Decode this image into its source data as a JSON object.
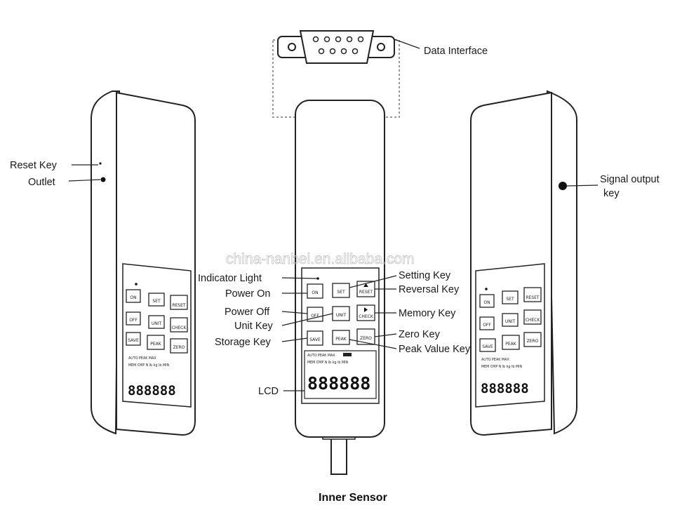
{
  "labels": {
    "data_interface": "Data Interface",
    "reset_key": "Reset Key",
    "outlet": "Outlet",
    "signal_output_line1": "Signal output",
    "signal_output_line2": "key",
    "indicator_light": "Indicator Light",
    "power_on": "Power On",
    "power_off": "Power Off",
    "unit_key": "Unit Key",
    "storage_key": "Storage Key",
    "setting_key": "Setting Key",
    "reversal_key": "Reversal Key",
    "memory_key": "Memory Key",
    "zero_key": "Zero Key",
    "peak_value_key": "Peak Value Key",
    "lcd": "LCD"
  },
  "keys": {
    "on": "ON",
    "set": "SET",
    "reset": "RESET",
    "off": "OFF",
    "unit": "UNIT",
    "check": "CHECK",
    "save": "SAVE",
    "peak": "PEAK",
    "zero": "ZERO"
  },
  "lcd": {
    "row1": "AUTO   PEAK          MAX",
    "row2": "MEM  CMP  N  lb  kg  lb  MIN",
    "digits": "888888"
  },
  "watermark": "china-nanbei.en.alibaba.com",
  "footer": "Inner Sensor"
}
